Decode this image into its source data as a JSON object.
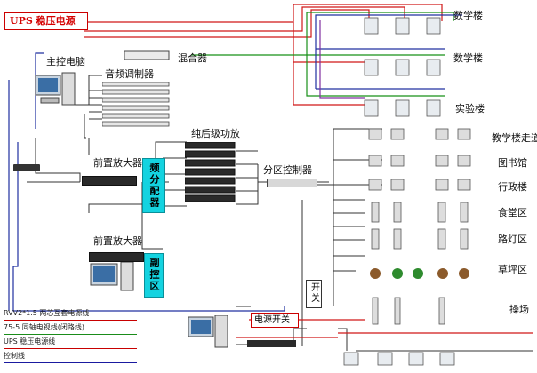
{
  "labels": {
    "ups": "UPS 稳压电源",
    "main_pc": "主控电脑",
    "audio_mod": "音频调制器",
    "mixer": "混合器",
    "pre_amp_1": "前置放大器",
    "pre_amp_2": "前置放大器",
    "freq_div": "频分配器",
    "pure_amp": "纯后级功放",
    "zone_ctrl": "分区控制器",
    "sub_ctrl": "副控区",
    "switch": "开关",
    "power_switch": "电源开关"
  },
  "zones": [
    "数学楼",
    "数学楼",
    "实验楼",
    "教学楼走道",
    "图书馆",
    "行政楼",
    "食堂区",
    "路灯区",
    "草坪区",
    "操场"
  ],
  "legend": [
    {
      "text": "RVV2*1.5 两芯互套电源线",
      "color": "#c80000"
    },
    {
      "text": "75-5 同轴电视线(闭路线)",
      "color": "#1a8c1a"
    },
    {
      "text": "UPS 稳压电源线",
      "color": "#c80000"
    },
    {
      "text": "控制线",
      "color": "#1a1aa0"
    }
  ],
  "colors": {
    "red": "#d01818",
    "green": "#189018",
    "blue": "#2030a0",
    "black": "#333333",
    "cyan": "#14d3e0"
  },
  "icons": {
    "pc": "desktop-computer-icon",
    "rack": "rack-unit-icon",
    "speaker": "speaker-icon",
    "tv": "tv-receiver-icon",
    "lawn": "lawn-speaker-icon",
    "column": "column-speaker-icon"
  }
}
